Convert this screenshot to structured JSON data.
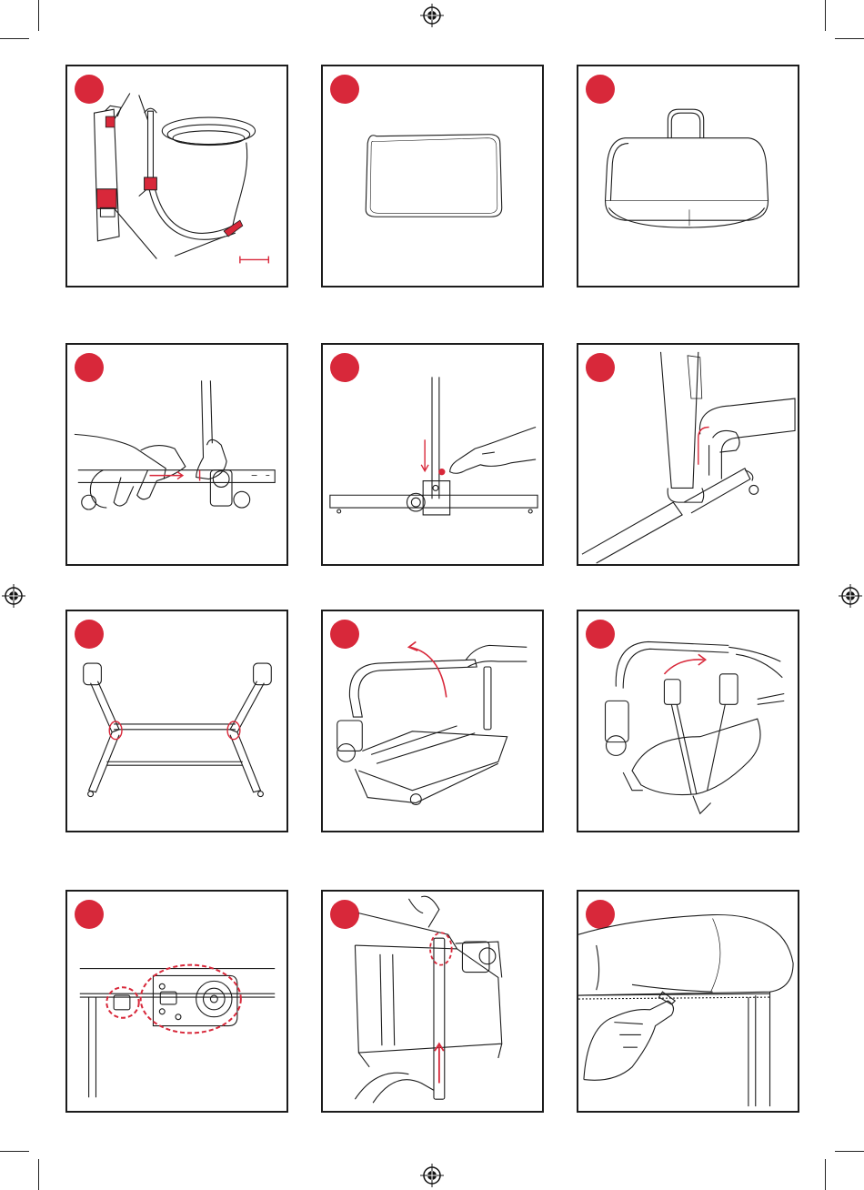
{
  "page": {
    "accent_color": "#d8283a",
    "line_color": "#1c1c1c"
  },
  "panels": [
    {
      "id": 1,
      "depicts": "strap-and-buckles-icon"
    },
    {
      "id": 2,
      "depicts": "mattress-pad-icon"
    },
    {
      "id": 3,
      "depicts": "carry-bag-icon"
    },
    {
      "id": 4,
      "depicts": "hands-joining-frame-icon"
    },
    {
      "id": 5,
      "depicts": "finger-press-button-icon"
    },
    {
      "id": 6,
      "depicts": "leg-into-base-icon"
    },
    {
      "id": 7,
      "depicts": "open-frame-icon"
    },
    {
      "id": 8,
      "depicts": "lift-top-rail-icon"
    },
    {
      "id": 9,
      "depicts": "unfold-side-rail-icon"
    },
    {
      "id": 10,
      "depicts": "corner-hinge-detail-icon"
    },
    {
      "id": 11,
      "depicts": "push-leg-up-icon"
    },
    {
      "id": 12,
      "depicts": "zip-cover-icon"
    }
  ]
}
